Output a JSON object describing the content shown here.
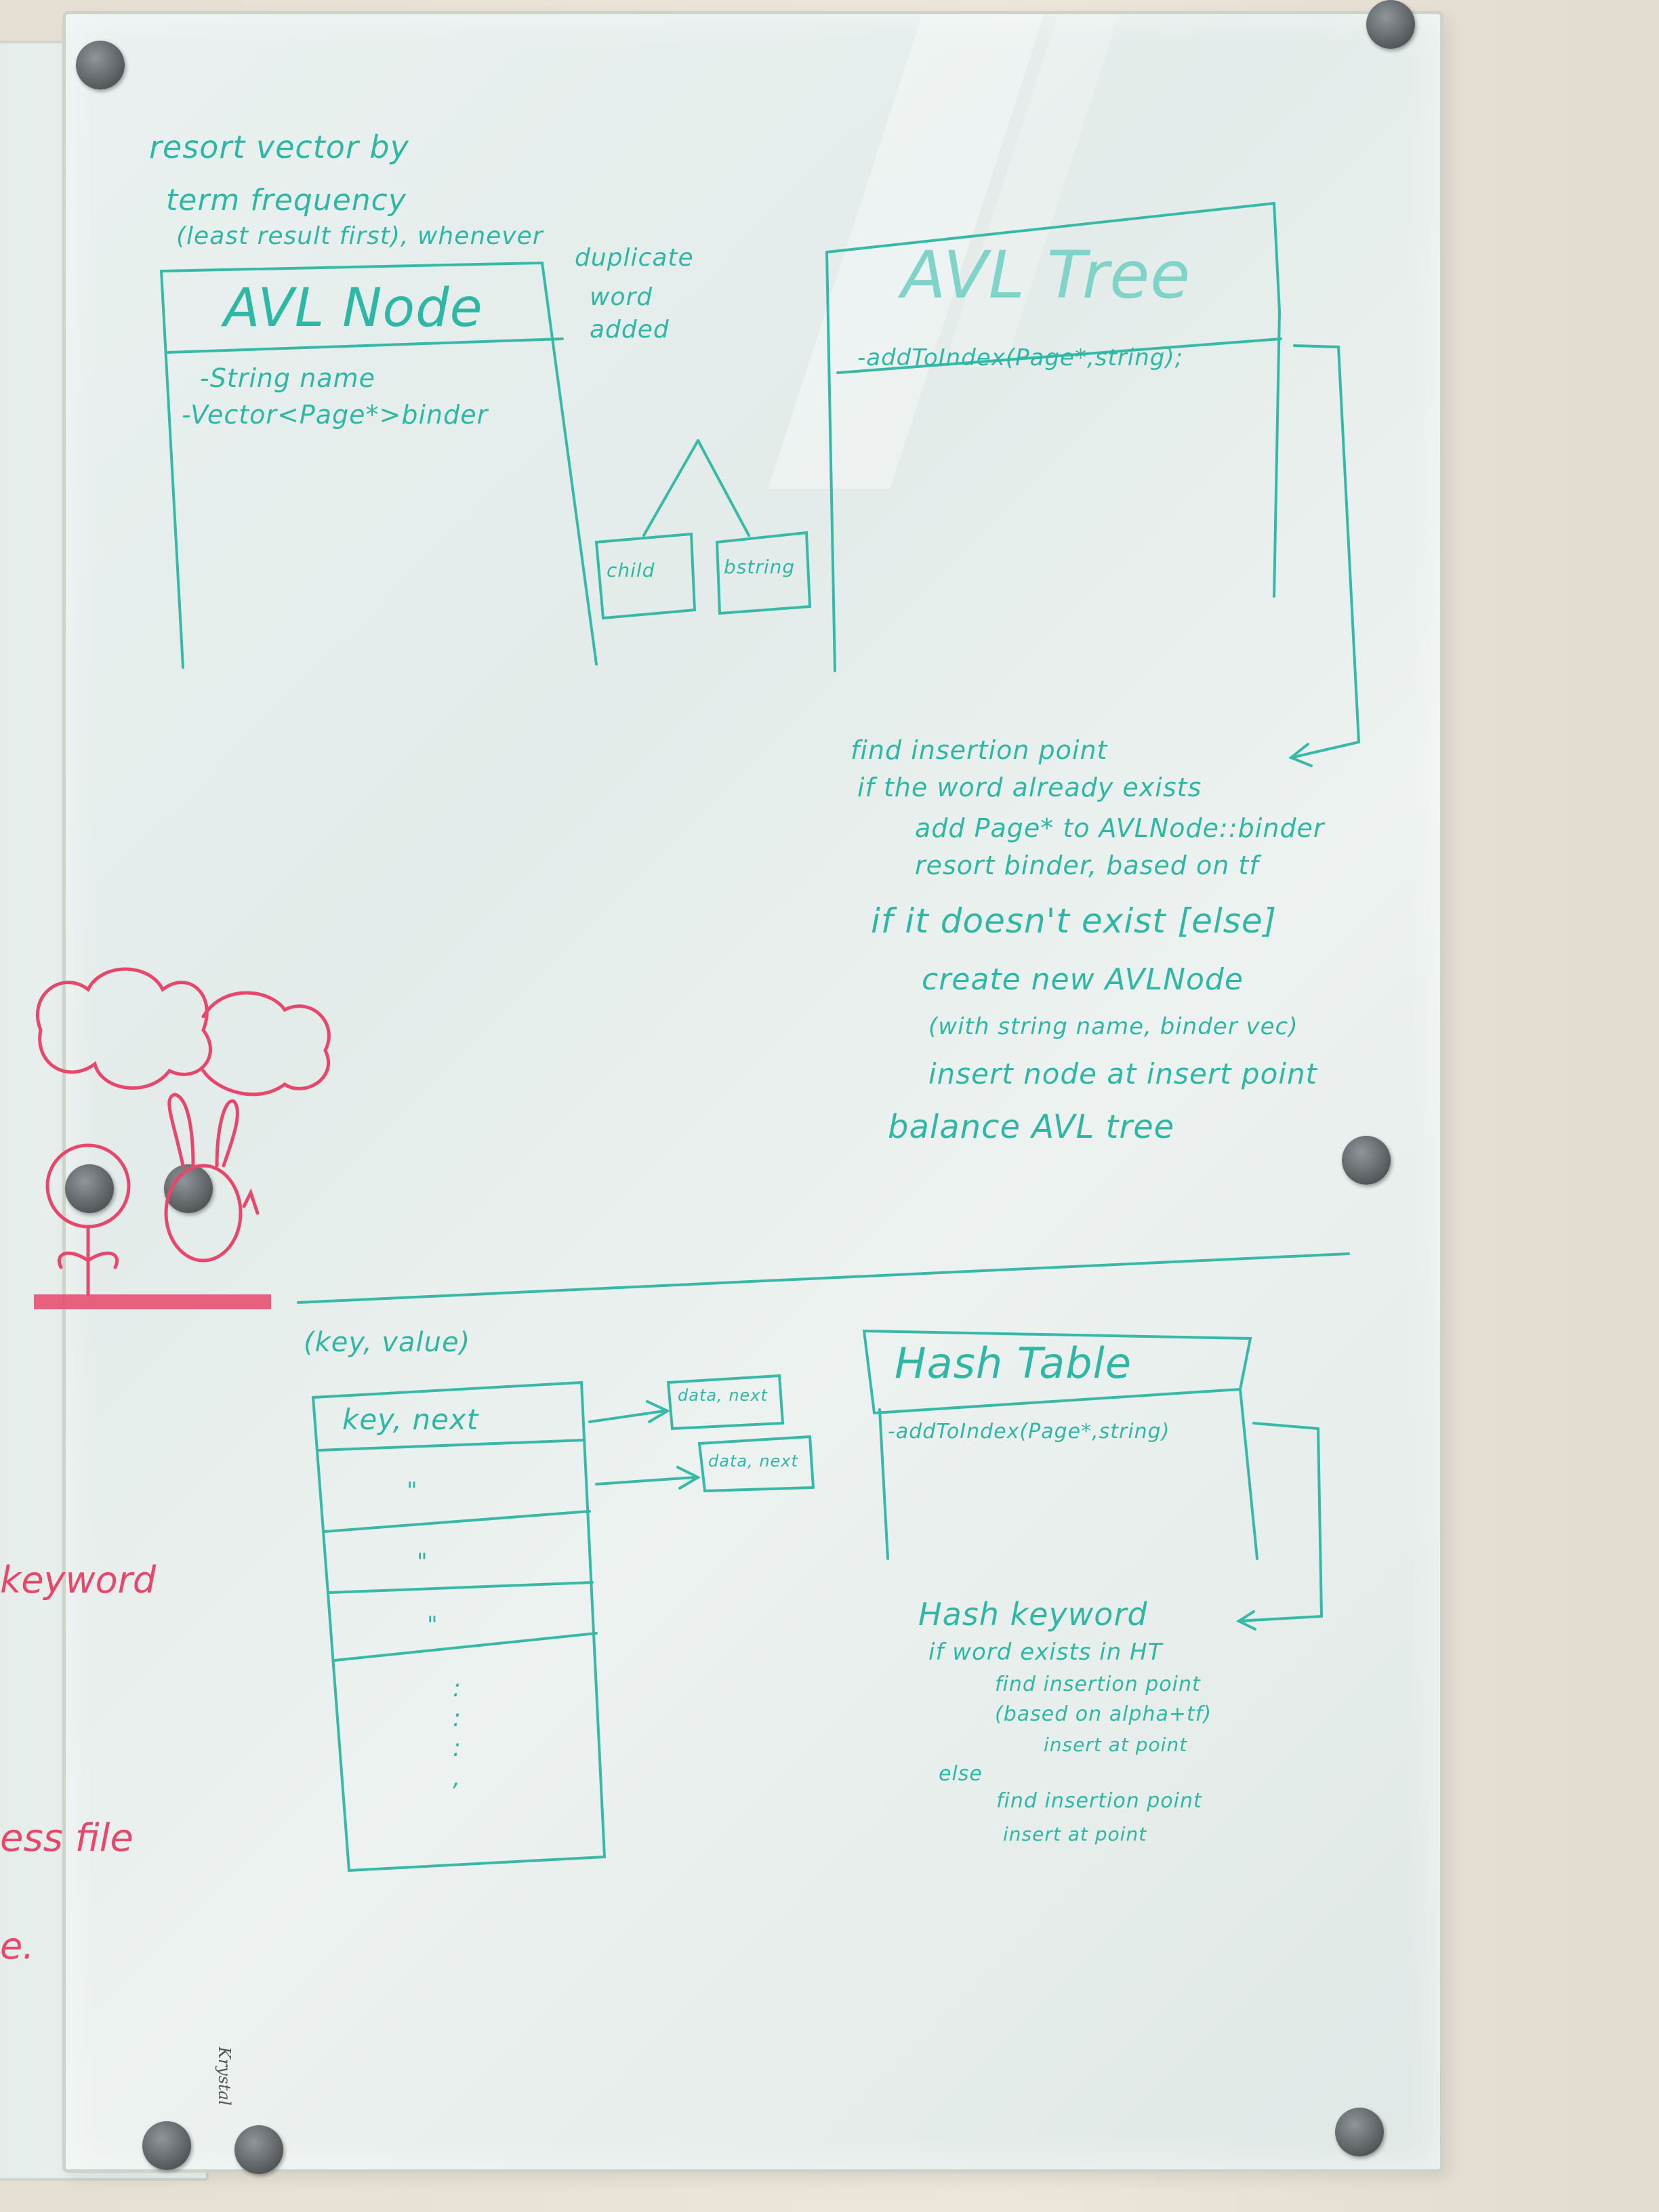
{
  "image": {
    "subject": "whiteboard",
    "ink_color": "#2fb7a5",
    "secondary_ink_color": "#e8466b"
  },
  "notes": {
    "resort": [
      "resort vector by",
      "term frequency",
      "(least result first), whenever",
      "duplicate",
      "word",
      "added"
    ],
    "avl_node": {
      "title": "AVL Node",
      "fields": [
        "-String name",
        "-Vector<Page*>binder"
      ]
    },
    "children": [
      "child",
      "bstring"
    ],
    "avl_tree": {
      "title": "AVL Tree",
      "method": "-addToIndex(Page*,string);"
    },
    "insert_steps": [
      "find insertion point",
      "if the word already exists",
      "add Page* to AVLNode::binder",
      "resort binder, based on tf",
      "if it doesn't exist [else]",
      "create new AVLNode",
      "(with string name, binder vec)",
      "insert node at insert point",
      "balance AVL tree"
    ],
    "hash_pair": "(key, value)",
    "bucket_rows": [
      "key, next",
      "\"",
      "\"",
      "\""
    ],
    "chain_nodes": [
      "data, next",
      "data, next"
    ],
    "hash_table": {
      "title": "Hash Table",
      "method": "-addToIndex(Page*,string)"
    },
    "hash_steps": [
      "Hash keyword",
      "if word exists in HT",
      "find insertion point",
      "(based on alpha+tf)",
      "insert at point",
      "else",
      "find insertion point",
      "insert at point"
    ],
    "left_board": [
      "keyword",
      "ess file",
      "e."
    ],
    "brand": "Krystal"
  }
}
